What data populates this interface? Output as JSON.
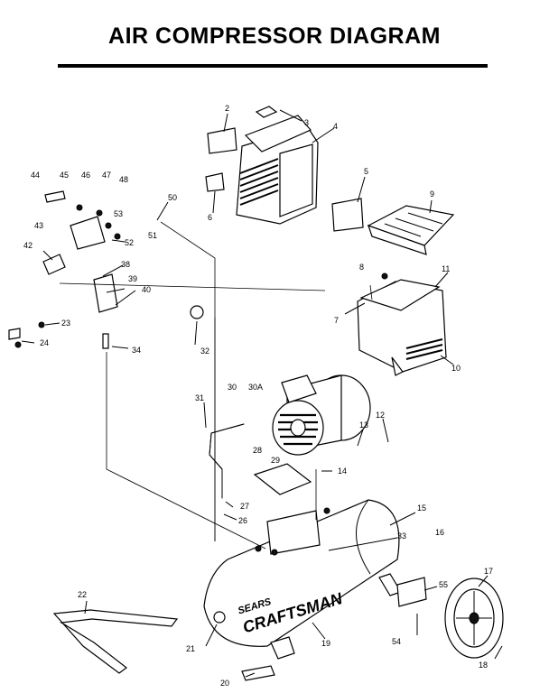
{
  "title": "AIR COMPRESSOR DIAGRAM",
  "brand": {
    "line1": "SEARS",
    "line2": "CRAFTSMAN"
  },
  "part_numbers": [
    "2",
    "3",
    "4",
    "5",
    "6",
    "9",
    "8",
    "11",
    "7",
    "10",
    "44",
    "45",
    "46",
    "47",
    "48",
    "50",
    "43",
    "53",
    "51",
    "52",
    "42",
    "38",
    "39",
    "40",
    "23",
    "24",
    "34",
    "32",
    "30",
    "30A",
    "31",
    "13",
    "12",
    "28",
    "29",
    "14",
    "27",
    "26",
    "15",
    "33",
    "16",
    "17",
    "55",
    "22",
    "54",
    "21",
    "19",
    "18",
    "20"
  ]
}
